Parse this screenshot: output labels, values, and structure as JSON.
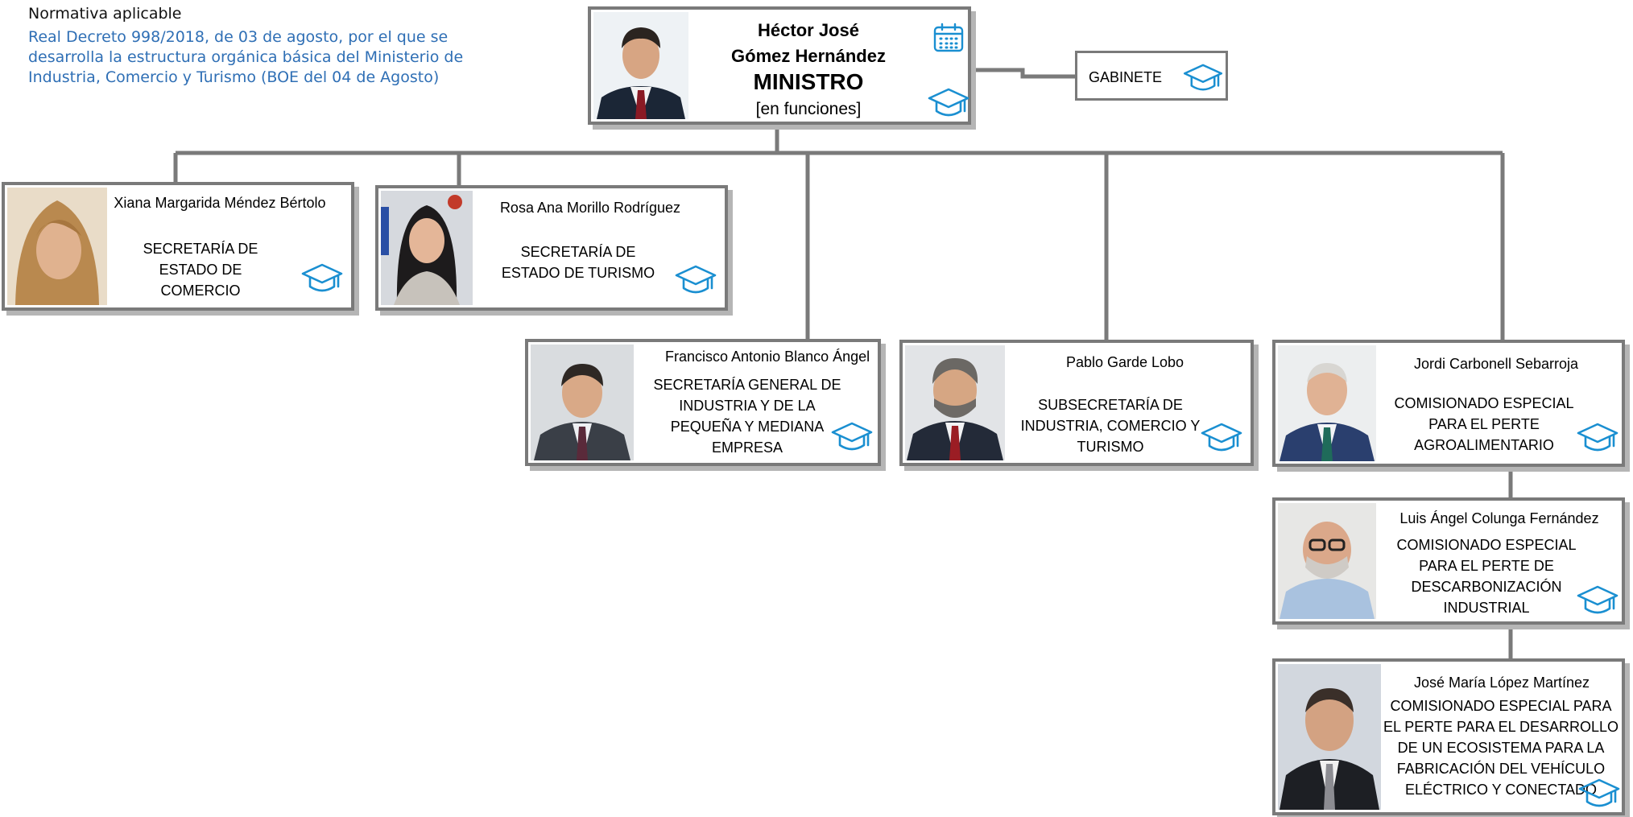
{
  "normativa": {
    "title": "Normativa aplicable",
    "text": "Real Decreto 998/2018, de 03 de agosto, por el que se desarrolla la estructura orgánica básica del Ministerio de Industria, Comercio y Turismo (BOE del 04 de Agosto)"
  },
  "minister": {
    "name_line1": "Héctor José",
    "name_line2": "Gómez Hernández",
    "role": "MINISTRO",
    "status": "[en funciones]"
  },
  "gabinete": {
    "label": "GABINETE"
  },
  "units": [
    {
      "person": "Xiana Margarida Méndez Bértolo",
      "title": "SECRETARÍA DE ESTADO DE COMERCIO"
    },
    {
      "person": "Rosa Ana Morillo Rodríguez",
      "title": "SECRETARÍA DE ESTADO DE TURISMO"
    },
    {
      "person": "Francisco Antonio Blanco Ángel",
      "title": "SECRETARÍA GENERAL DE INDUSTRIA Y DE LA PEQUEÑA Y MEDIANA EMPRESA"
    },
    {
      "person": "Pablo Garde Lobo",
      "title": "SUBSECRETARÍA DE INDUSTRIA, COMERCIO Y TURISMO"
    },
    {
      "person": "Jordi Carbonell Sebarroja",
      "title": "COMISIONADO ESPECIAL PARA EL PERTE AGROALIMENTARIO"
    },
    {
      "person": "Luis Ángel Colunga Fernández",
      "title": "COMISIONADO ESPECIAL PARA EL PERTE  DE DESCARBONIZACIÓN INDUSTRIAL"
    },
    {
      "person": "José María López Martínez",
      "title": "COMISIONADO ESPECIAL PARA EL PERTE  PARA EL DESARROLLO DE UN ECOSISTEMA PARA LA FABRICACIÓN DEL VEHÍCULO ELÉCTRICO Y CONECTADO"
    }
  ],
  "icons": {
    "curriculum": "graduation-cap-icon",
    "agenda": "calendar-icon"
  },
  "colors": {
    "link": "#2f6fb5",
    "icon": "#1a8fd1",
    "line": "#7a7a7a"
  }
}
